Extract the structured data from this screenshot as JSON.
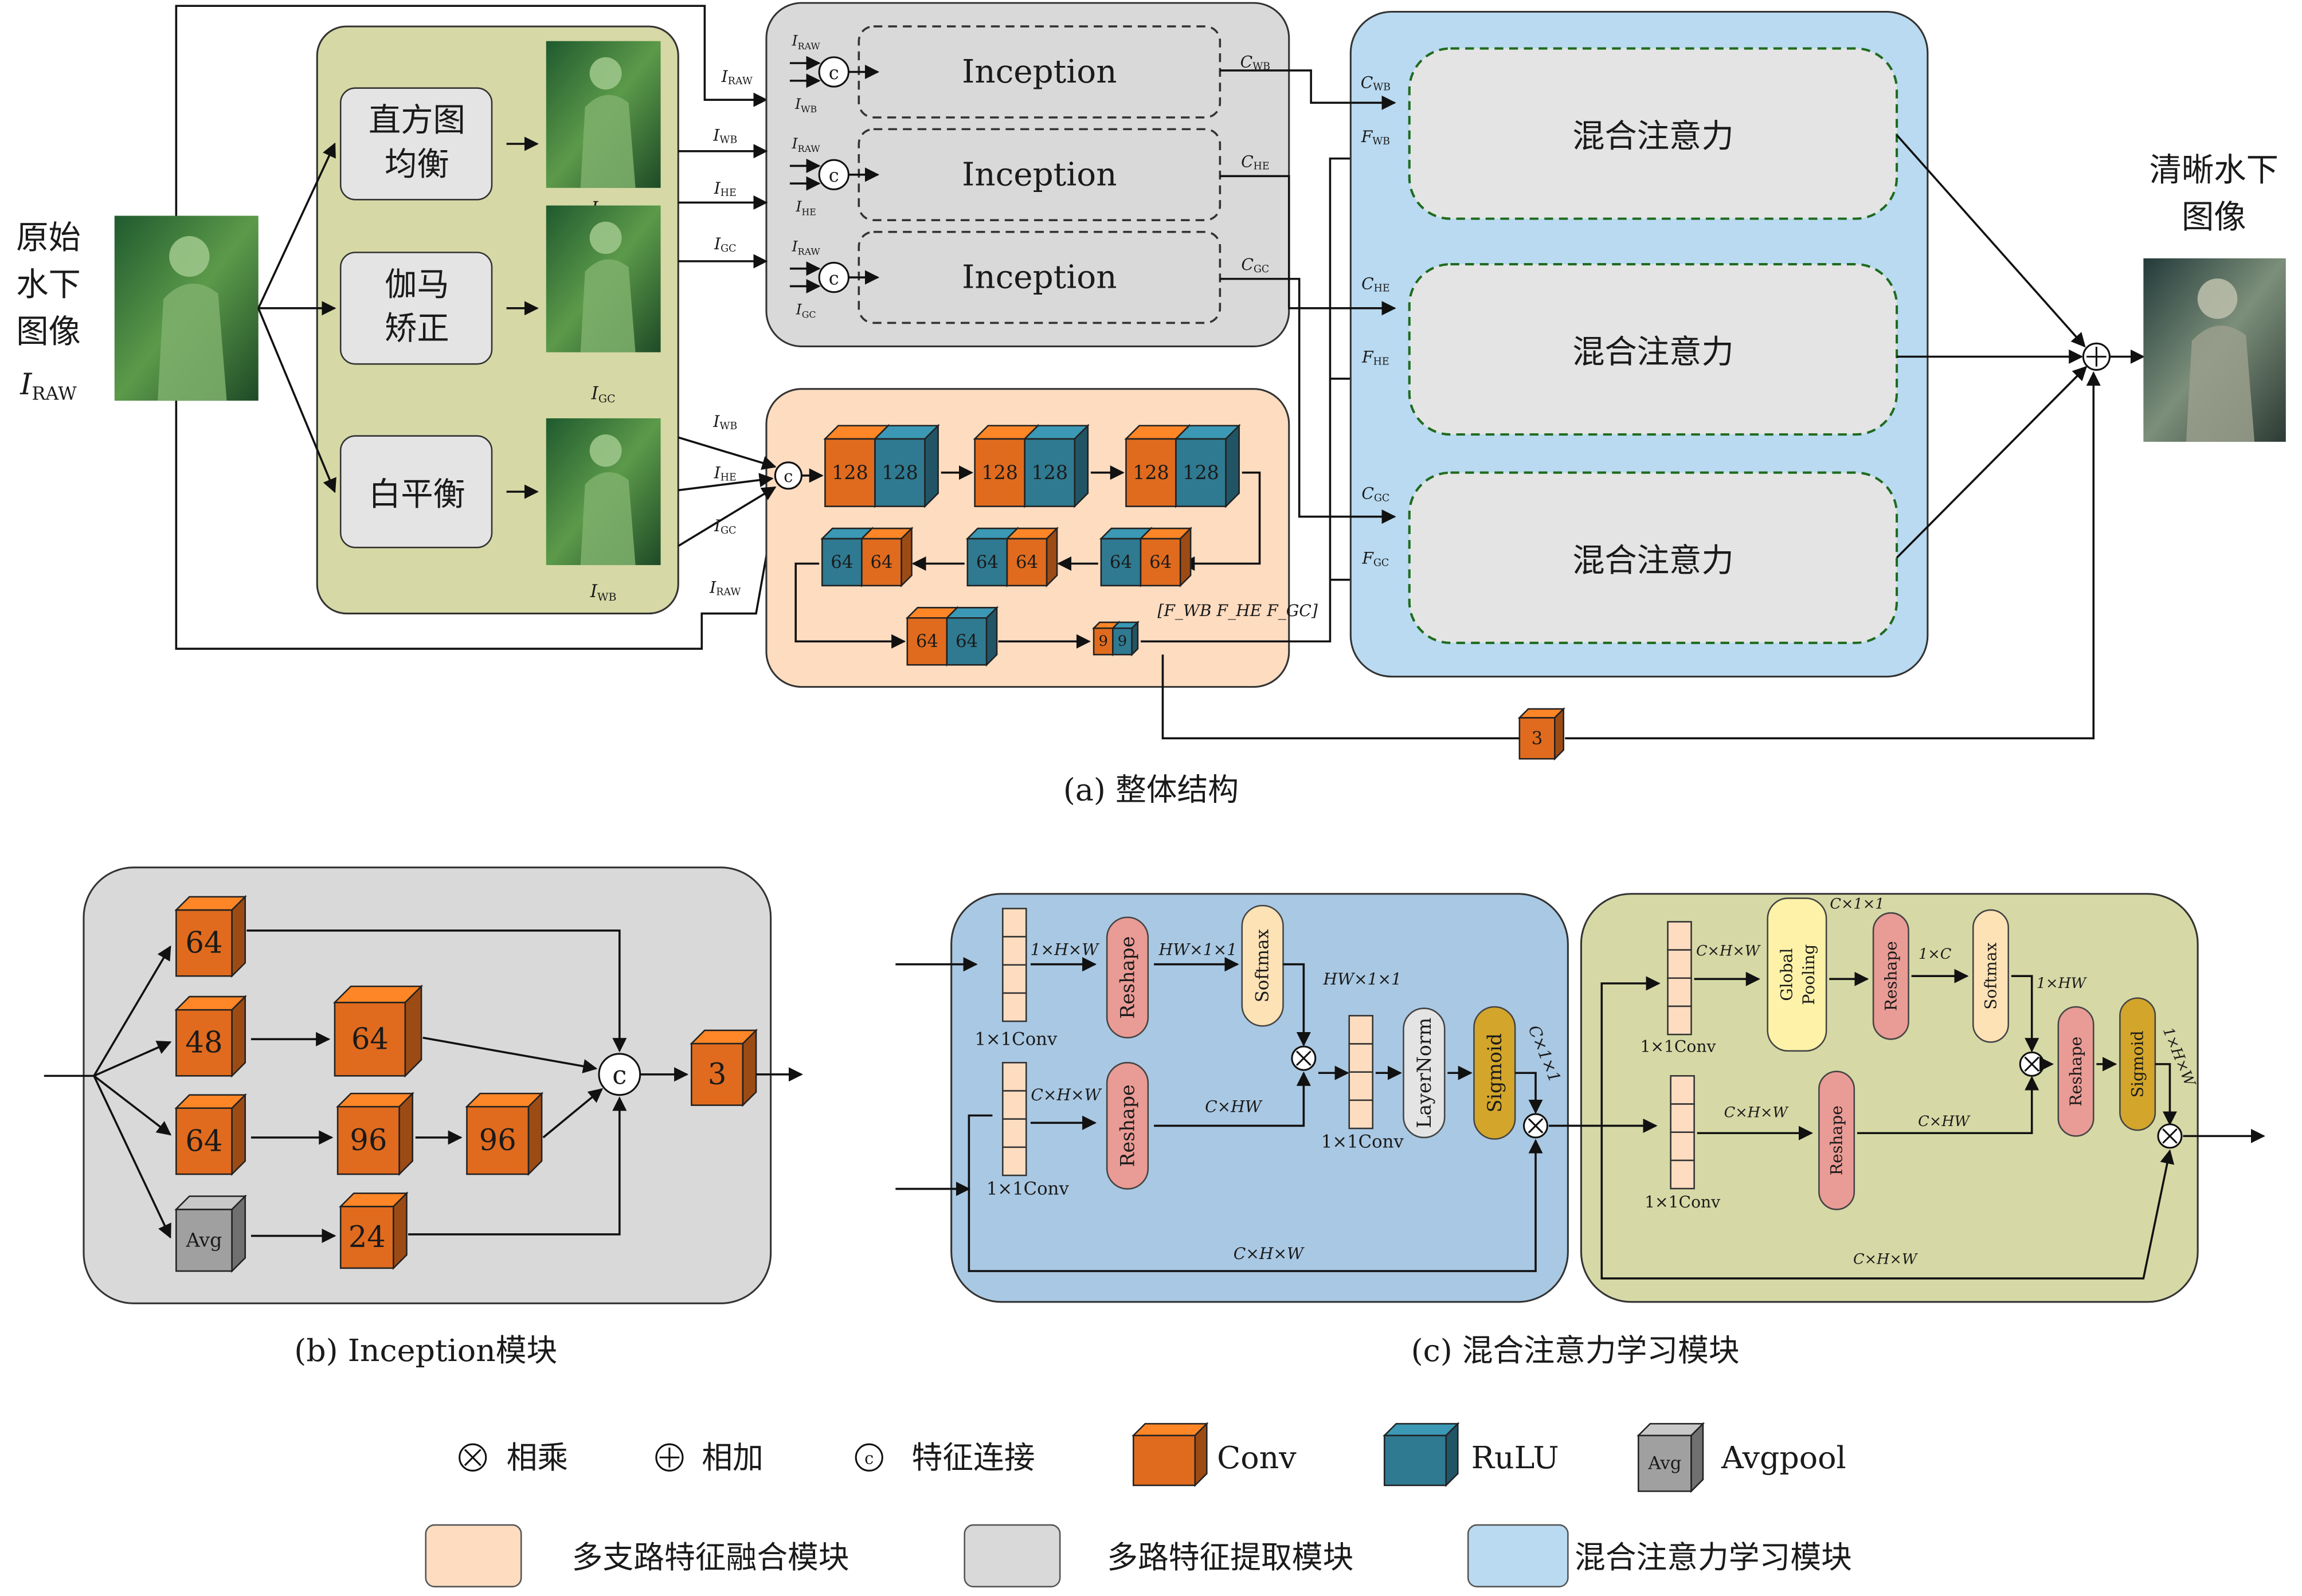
{
  "input": {
    "lines": [
      "原始",
      "水下",
      "图像",
      "I_RAW"
    ]
  },
  "output": {
    "lines": [
      "清晰水下",
      "图像"
    ]
  },
  "preprocess": {
    "items": [
      {
        "lines": [
          "直方图",
          "均衡"
        ],
        "out": "I_HE"
      },
      {
        "lines": [
          "伽马",
          "矫正"
        ],
        "out": "I_GC"
      },
      {
        "lines": [
          "白平衡"
        ],
        "out": "I_WB"
      }
    ]
  },
  "signals": {
    "raw": "I_RAW",
    "wb": "I_WB",
    "he": "I_HE",
    "gc": "I_GC",
    "c_wb": "C_WB",
    "c_he": "C_HE",
    "c_gc": "C_GC",
    "f_wb": "F_WB",
    "f_he": "F_HE",
    "f_gc": "F_GC",
    "feature_list": "[F_WB F_HE F_GC]"
  },
  "inception_label": "Inception",
  "attention_label": "混合注意力",
  "fusion": {
    "row1": [
      [
        "128",
        "128"
      ],
      [
        "128",
        "128"
      ],
      [
        "128",
        "128"
      ]
    ],
    "row2": [
      [
        "64",
        "64"
      ],
      [
        "64",
        "64"
      ],
      [
        "64",
        "64"
      ]
    ],
    "row3": [
      [
        "64",
        "64"
      ],
      [
        "9",
        "9"
      ]
    ],
    "out": "3"
  },
  "inception_module": {
    "b1": "64",
    "b2a": "48",
    "b2b": "64",
    "b3a": "64",
    "b3b": "96",
    "b3c": "96",
    "avg": "Avg",
    "b4": "24",
    "out": "3"
  },
  "attention_module": {
    "conv": "1×1Conv",
    "reshape": "Reshape",
    "softmax": "Softmax",
    "layernorm": "LayerNorm",
    "sigmoid": "Sigmoid",
    "global_pooling": [
      "Global",
      "Pooling"
    ],
    "dims": {
      "chw": "C×H×W",
      "one_hw": "1×H×W",
      "hw11": "HW×1×1",
      "c_hw": "C×HW",
      "c11": "C×1×1",
      "one_c": "1×C",
      "one_hw2": "1×HW"
    }
  },
  "captions": {
    "a": "(a) 整体结构",
    "b": "(b) Inception模块",
    "c": "(c) 混合注意力学习模块"
  },
  "legend": {
    "mul": "相乘",
    "add": "相加",
    "concat": "特征连接",
    "conv": "Conv",
    "relu": "RuLU",
    "avgpool": "Avgpool",
    "fusion": "多支路特征融合模块",
    "extract": "多路特征提取模块",
    "attention": "混合注意力学习模块"
  },
  "colors": {
    "preprocess_bg": "#d6d9a5",
    "inception_bg": "#d9d9d9",
    "fusion_bg": "#fddcc0",
    "attention_bg": "#b9daf1",
    "att_module_bg": "#a9c8e3",
    "att_module2_bg": "#d6d9a5",
    "conv": "#e06b1e",
    "relu": "#2f7a91",
    "avg": "#a0a0a0"
  }
}
